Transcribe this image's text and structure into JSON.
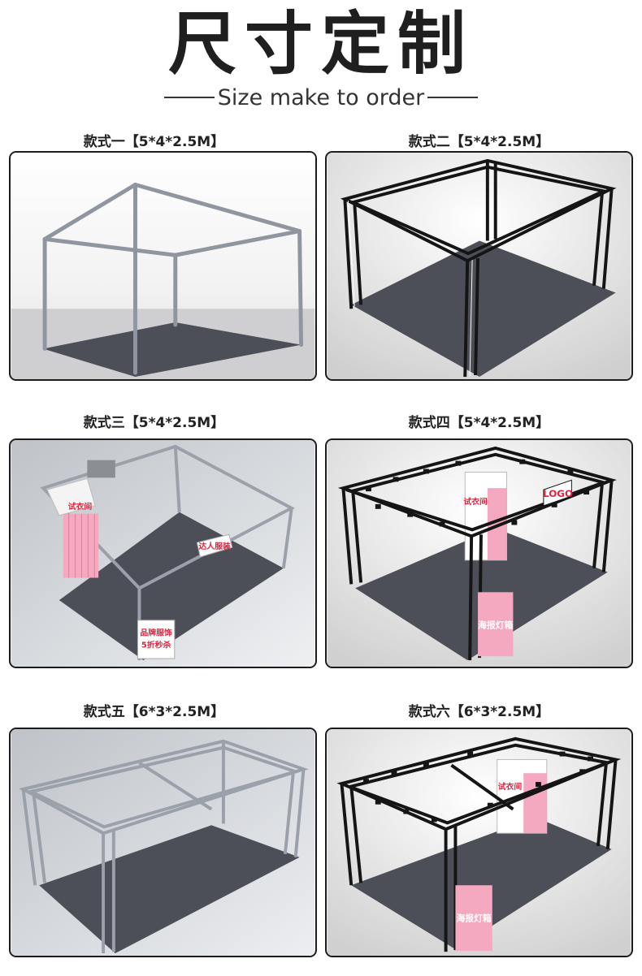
{
  "header": {
    "title": "尺寸定制",
    "subtitle": "Size make to order"
  },
  "styles": [
    {
      "label": "款式一【5*4*2.5M】"
    },
    {
      "label": "款式二【5*4*2.5M】"
    },
    {
      "label": "款式三【5*4*2.5M】",
      "signs": {
        "fitting": "试衣间",
        "popular": "达人服装",
        "sale1": "品牌服饰",
        "sale2": "5折秒杀"
      }
    },
    {
      "label": "款式四【5*4*2.5M】",
      "signs": {
        "fitting": "试衣间",
        "logo": "LOGO",
        "poster": "海报灯箱"
      }
    },
    {
      "label": "款式五【6*3*2.5M】"
    },
    {
      "label": "款式六【6*3*2.5M】",
      "signs": {
        "fitting": "试衣间",
        "poster": "海报灯箱"
      }
    }
  ],
  "colors": {
    "floor": "#4c4f57",
    "frame": "#1c1c1c",
    "silver": "#9aa1ab",
    "pink": "#f4a9c0",
    "red": "#e0243f"
  }
}
